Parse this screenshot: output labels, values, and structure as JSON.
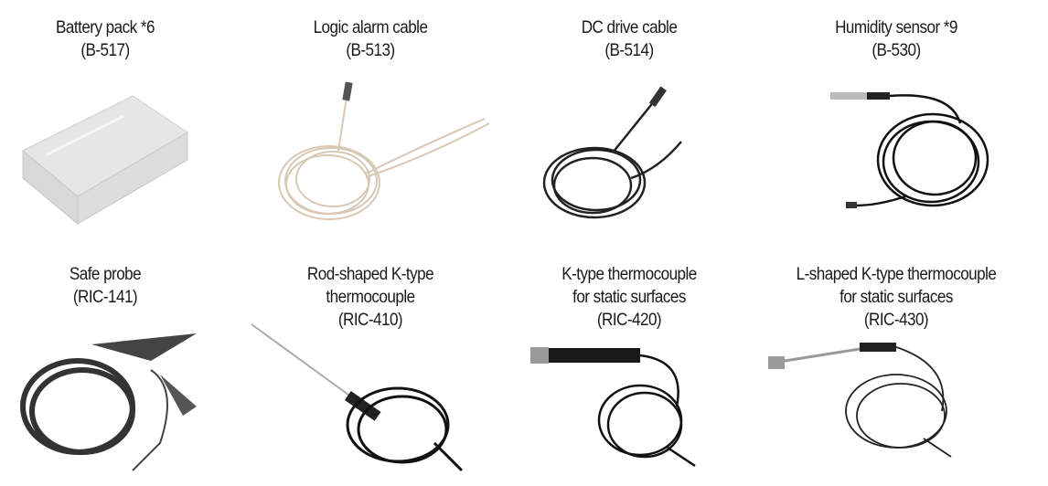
{
  "products": [
    {
      "name": "Battery pack *6",
      "model": "(B-517)"
    },
    {
      "name": "Logic alarm cable",
      "model": "(B-513)"
    },
    {
      "name": "DC drive cable",
      "model": "(B-514)"
    },
    {
      "name": "Humidity sensor *9",
      "model": "(B-530)"
    },
    {
      "name": "Safe probe",
      "model": "(RIC-141)"
    },
    {
      "name_line1": "Rod-shaped K-type",
      "name_line2": "thermocouple",
      "model": "(RIC-410)"
    },
    {
      "name_line1": "K-type thermocouple",
      "name_line2": "for static surfaces",
      "model": "(RIC-420)"
    },
    {
      "name_line1": "L-shaped K-type thermocouple",
      "name_line2": "for static surfaces",
      "model": "(RIC-430)"
    }
  ]
}
